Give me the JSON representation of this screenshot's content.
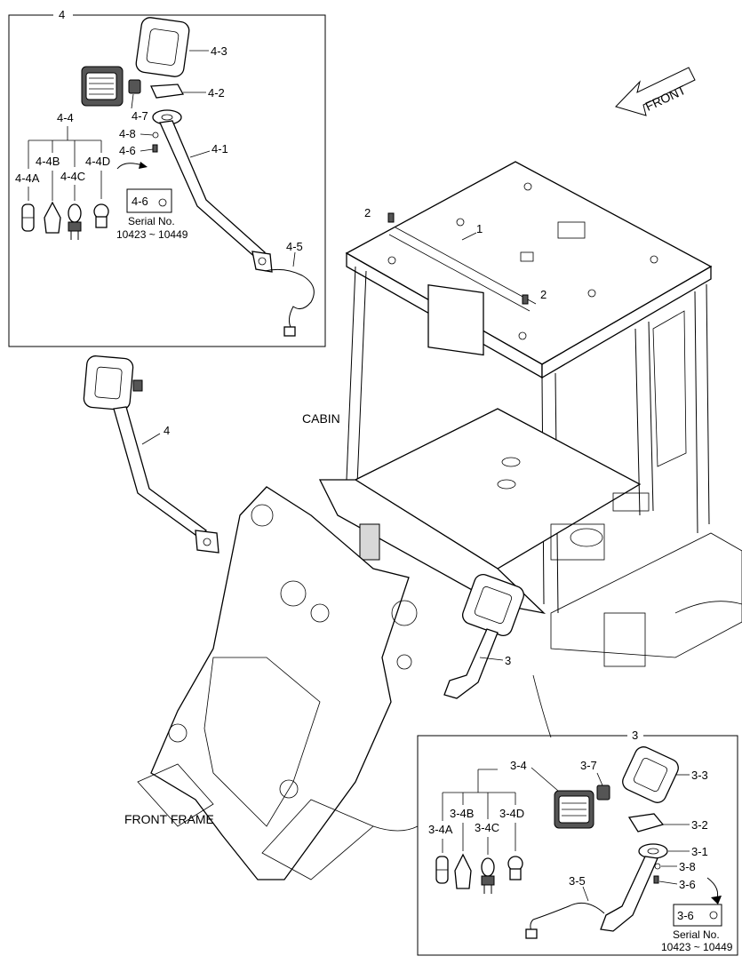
{
  "callouts": {
    "box4_title": "4",
    "c4_3": "4-3",
    "c4_2": "4-2",
    "c4": "4-4",
    "c4_7": "4-7",
    "c4_8": "4-8",
    "c4_6": "4-6",
    "c4_1": "4-1",
    "c4_4B": "4-4B",
    "c4_4D": "4-4D",
    "c4_4A": "4-4A",
    "c4_4C": "4-4C",
    "c4_6_note": "4-6",
    "c4_5": "4-5",
    "main_1": "1",
    "main_2a": "2",
    "main_2b": "2",
    "main_4": "4",
    "main_3": "3",
    "box3_title": "3",
    "c3_4": "3-4",
    "c3_7": "3-7",
    "c3_3": "3-3",
    "c3_4B": "3-4B",
    "c3_4D": "3-4D",
    "c3_2": "3-2",
    "c3_4A": "3-4A",
    "c3_4C": "3-4C",
    "c3_1": "3-1",
    "c3_8": "3-8",
    "c3_6": "3-6",
    "c3_5": "3-5",
    "c3_6_note": "3-6"
  },
  "serial_note_4": {
    "label": "Serial No.",
    "range": "10423 ~ 10449"
  },
  "serial_note_3": {
    "label": "Serial No.",
    "range": "10423 ~ 10449"
  },
  "labels": {
    "front_arrow": "FRONT",
    "cabin": "CABIN",
    "front_frame": "FRONT FRAME"
  }
}
